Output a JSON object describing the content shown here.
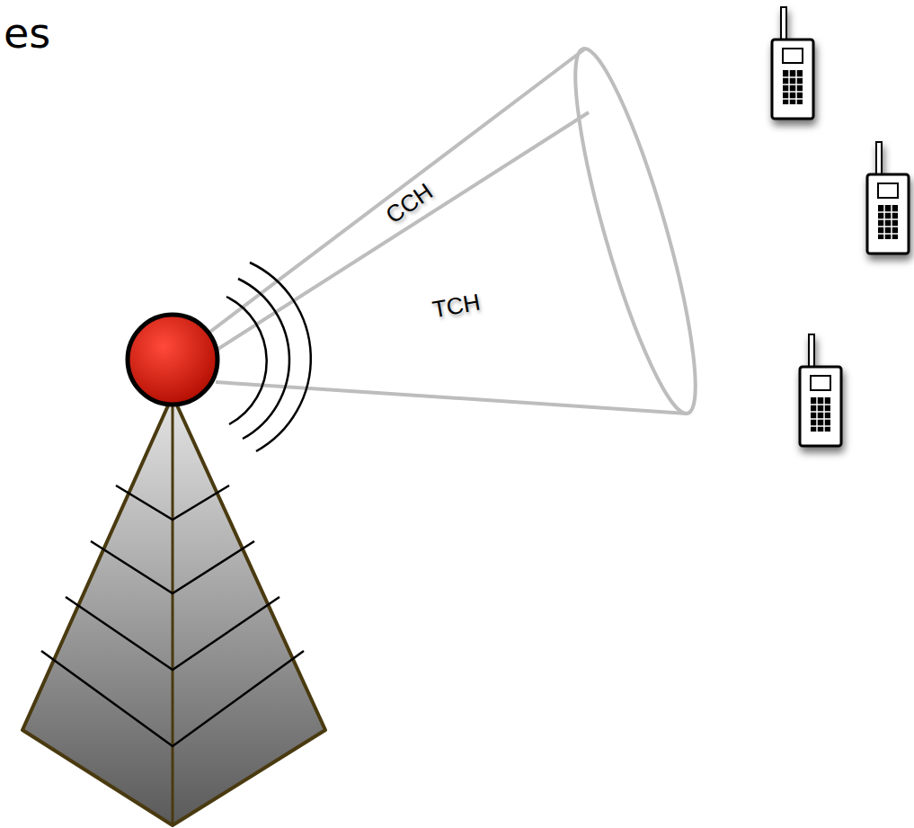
{
  "diagram": {
    "title": "es",
    "labels": [
      "CCH",
      "TCH"
    ]
  }
}
